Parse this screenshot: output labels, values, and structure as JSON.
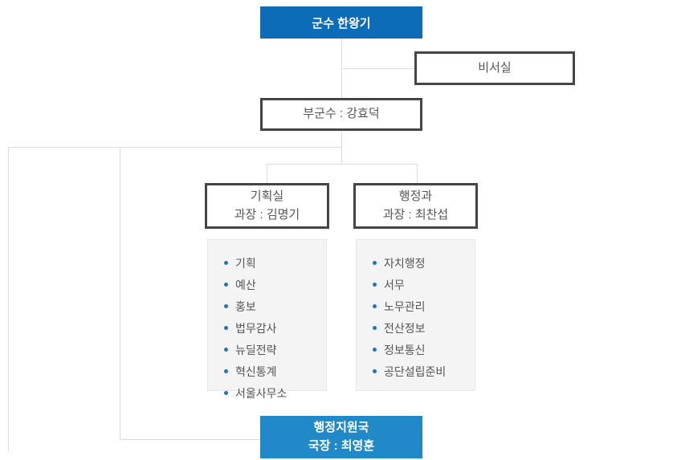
{
  "org": {
    "governor": {
      "label": "군수 한왕기"
    },
    "secretary": {
      "label": "비서실"
    },
    "deputy": {
      "label": "부군수 : 강효덕"
    },
    "departments": [
      {
        "name": "기획실",
        "head": "과장 : 김명기",
        "teams": [
          "기획",
          "예산",
          "홍보",
          "법무감사",
          "뉴딜전략",
          "혁신통계",
          "서울사무소"
        ]
      },
      {
        "name": "행정과",
        "head": "과장 : 최찬섭",
        "teams": [
          "자치행정",
          "서무",
          "노무관리",
          "전산정보",
          "정보통신",
          "공단설립준비"
        ]
      }
    ],
    "bureau": {
      "name": "행정지원국",
      "head": "국장 : 최영훈"
    }
  },
  "colors": {
    "primary_blue": "#0c6cb8",
    "light_blue": "#2189c8",
    "box_border": "#454545",
    "text_gray": "#555555",
    "bullet_blue": "#1b76c0",
    "list_background": "#f4f4f4",
    "connector_line": "#dcdcdc"
  }
}
